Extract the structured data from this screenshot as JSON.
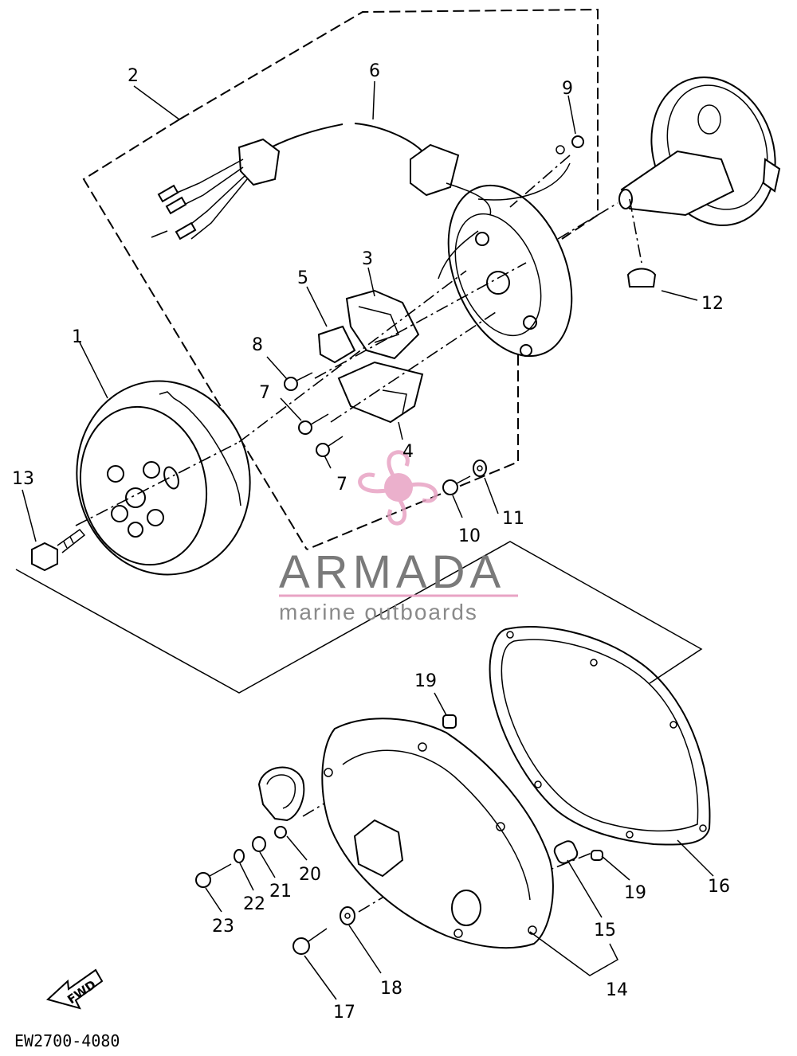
{
  "diagram": {
    "code": "EW2700-4080",
    "fwd_label": "FWD",
    "callouts": {
      "c1": "1",
      "c2": "2",
      "c3": "3",
      "c4": "4",
      "c5": "5",
      "c6": "6",
      "c7a": "7",
      "c7b": "7",
      "c8": "8",
      "c9": "9",
      "c10": "10",
      "c11": "11",
      "c12": "12",
      "c13": "13",
      "c14": "14",
      "c15": "15",
      "c16": "16",
      "c17": "17",
      "c18": "18",
      "c19a": "19",
      "c19b": "19",
      "c20": "20",
      "c21": "21",
      "c22": "22",
      "c23": "23"
    }
  },
  "watermark": {
    "title": "ARMADA",
    "subtitle": "marine outboards",
    "accent_color": "#e8a3c4",
    "text_color": "#7a7a7a"
  }
}
